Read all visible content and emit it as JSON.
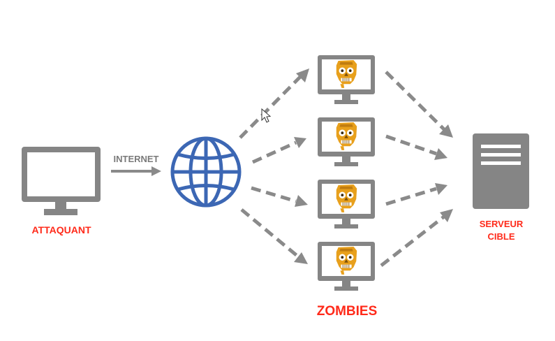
{
  "labels": {
    "attacker": "ATTAQUANT",
    "internet": "INTERNET",
    "zombies": "ZOMBIES",
    "server_line1": "SERVEUR",
    "server_line2": "CIBLE"
  },
  "colors": {
    "device": "#858585",
    "arrow": "#8a8a8a",
    "globe": "#3c67b4",
    "zombie": "#e8a01c",
    "label_red": "#ff2a1a",
    "label_gray": "#7a7a7a",
    "screen": "#ffffff",
    "server_lines": "#ffffff"
  },
  "icons": {
    "attacker": "monitor-icon",
    "internet": "globe-icon",
    "zombie": "zombie-head-icon",
    "target": "server-icon",
    "cursor": "mouse-cursor-icon"
  },
  "zombie_count": 4
}
